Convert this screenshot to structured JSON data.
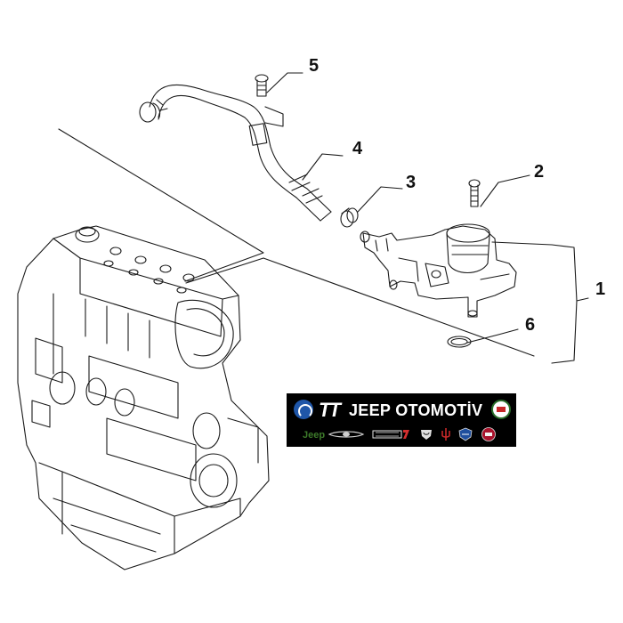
{
  "callouts": {
    "part_1": "1",
    "part_2": "2",
    "part_3": "3",
    "part_4": "4",
    "part_5": "5",
    "part_6": "6"
  },
  "banner": {
    "logo_mark": "TT",
    "company_name": "JEEP OTOMOTİV",
    "colors": {
      "background": "#000000",
      "text": "#ffffff",
      "mopar_blue": "#1f56a8",
      "jeep_green": "#3d7a2a"
    },
    "brand_logos": [
      "mopar-icon",
      "alfa-romeo-icon",
      "jeep-icon",
      "chrysler-icon",
      "dodge-icon",
      "ram-icon",
      "maserati-icon",
      "lancia-icon",
      "fiat-icon"
    ]
  }
}
